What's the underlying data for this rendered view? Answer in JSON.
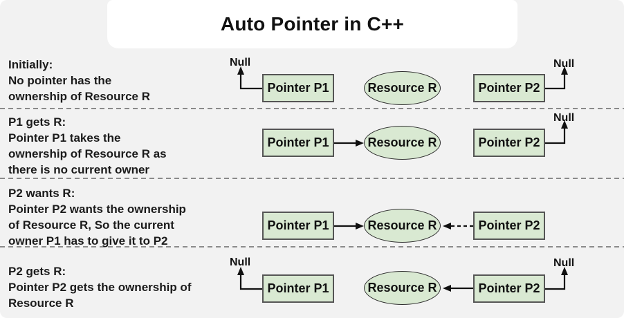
{
  "title": "Auto Pointer in C++",
  "labels": {
    "pointer_p1": "Pointer P1",
    "pointer_p2": "Pointer P2",
    "resource": "Resource R",
    "null": "Null"
  },
  "colors": {
    "background": "#f2f2f2",
    "panel": "#ffffff",
    "node_fill": "#d9e9d2",
    "node_border": "#555555",
    "arrow": "#111111",
    "separator": "#8a8a8a"
  },
  "rows": [
    {
      "lines": [
        "Initially:",
        "No pointer has the",
        "ownership of Resource R"
      ]
    },
    {
      "lines": [
        "P1 gets R:",
        "Pointer P1 takes the",
        "ownership of Resource R as",
        "there is no current owner"
      ]
    },
    {
      "lines": [
        "P2 wants R:",
        "Pointer P2 wants the ownership",
        "of Resource R, So the current",
        "owner P1 has to give it to P2"
      ]
    },
    {
      "lines": [
        "P2 gets R:",
        "Pointer P2 gets the ownership of",
        "Resource R"
      ]
    }
  ]
}
